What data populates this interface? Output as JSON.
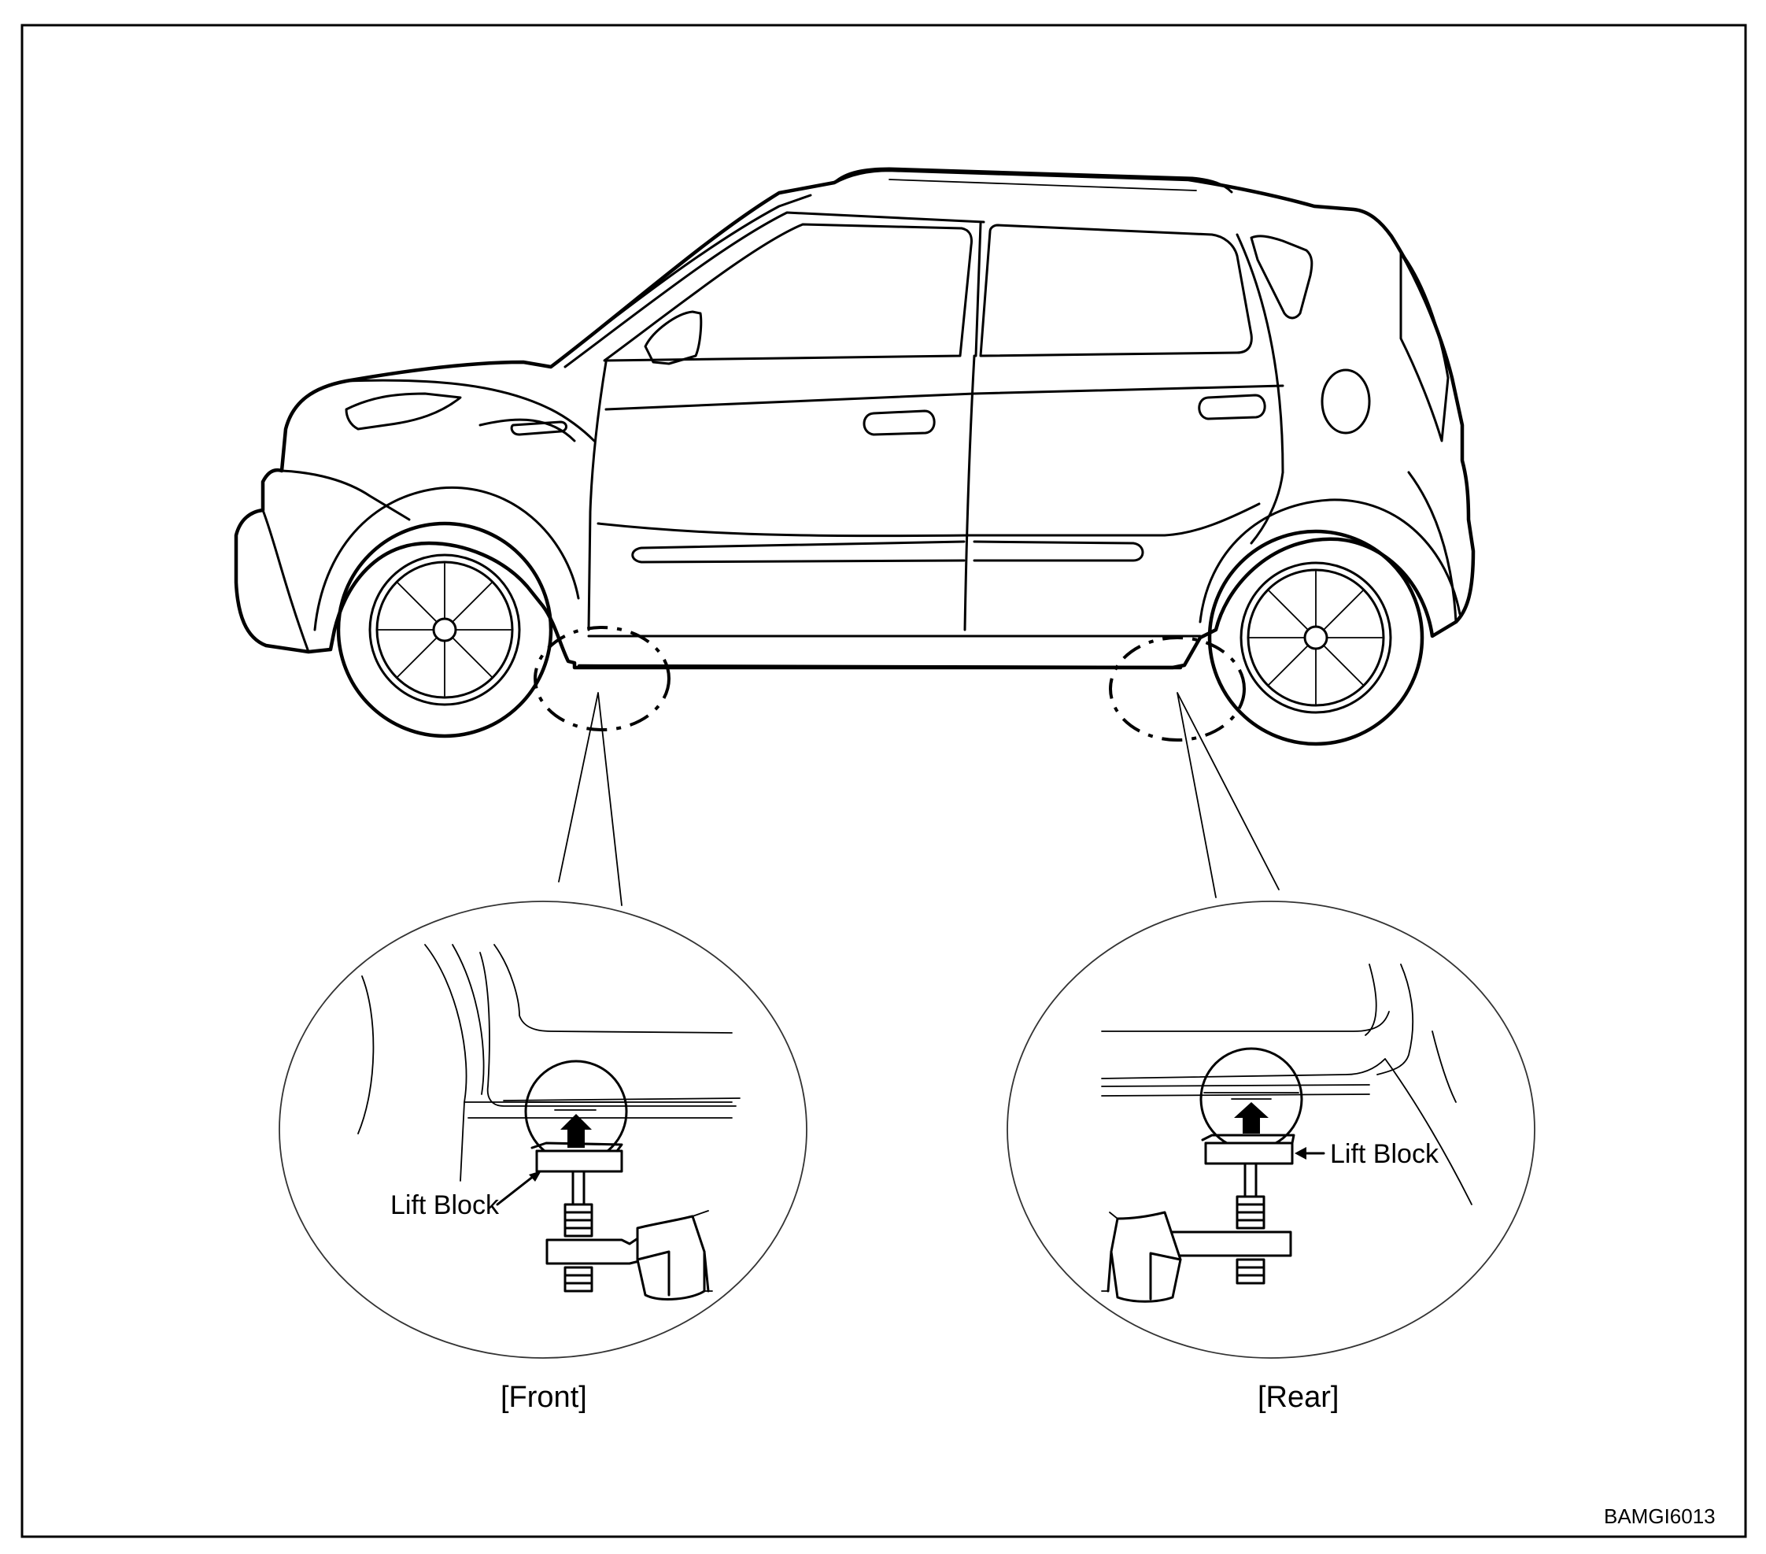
{
  "figure_code": "BAMGI6013",
  "details": [
    {
      "caption": "[Front]",
      "callout_label": "Lift Block"
    },
    {
      "caption": "[Rear]",
      "callout_label": "Lift Block"
    }
  ],
  "colors": {
    "line": "#000000",
    "background": "#ffffff"
  }
}
